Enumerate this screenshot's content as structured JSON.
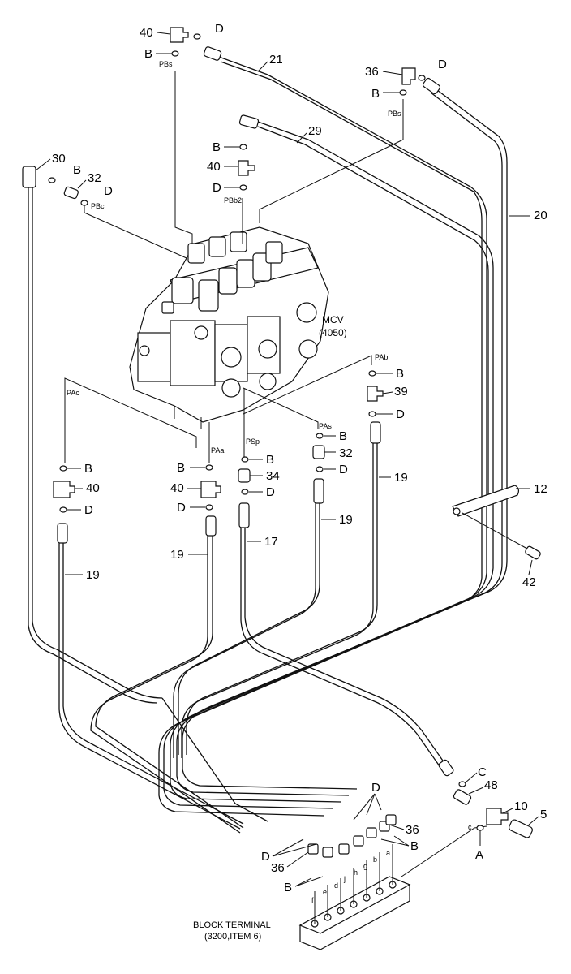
{
  "mcv_label": {
    "name": "MCV",
    "code": "(4050)"
  },
  "block_terminal": {
    "name": "BLOCK TERMINAL",
    "ref": "(3200,ITEM 6)"
  },
  "ports": {
    "pbs_a": "PBs",
    "pbs_b": "PBs",
    "pbc": "PBc",
    "pb2": "PBb2",
    "pab": "PAb",
    "pac": "PAc",
    "pas": "PAs",
    "pa_a": "PAa",
    "psp": "PSp"
  },
  "callouts": {
    "c40_top": "40",
    "d_top1": "D",
    "b_top1": "B",
    "c21": "21",
    "c36_top": "36",
    "d_top2": "D",
    "b_top2": "B",
    "c29": "29",
    "b_mid": "B",
    "c40_mid": "40",
    "d_mid": "D",
    "c30": "30",
    "b_left": "B",
    "c32_left": "32",
    "d_left": "D",
    "c20": "20",
    "b_pab": "B",
    "c39": "39",
    "d_pab": "D",
    "b_pas": "B",
    "c32_pas": "32",
    "d_pas": "D",
    "b_psp": "B",
    "c34": "34",
    "d_psp": "D",
    "b_pac": "B",
    "c40_pac": "40",
    "d_pac": "D",
    "b_paa": "B",
    "c40_paa": "40",
    "d_paa": "D",
    "c19_right": "19",
    "c19_mid": "19",
    "c19_left": "19",
    "c19_paa": "19",
    "c17": "17",
    "c12": "12",
    "c42": "42",
    "c_c": "C",
    "c48": "48",
    "c10": "10",
    "c5": "5",
    "c_a": "A",
    "d_bot1": "D",
    "c36_bot1": "36",
    "b_bot1": "B",
    "d_bot2": "D",
    "c36_bot2": "36",
    "b_bot2": "B"
  },
  "terminal_ports": [
    "f",
    "e",
    "d",
    "j",
    "h",
    "g",
    "b",
    "a",
    "c"
  ]
}
